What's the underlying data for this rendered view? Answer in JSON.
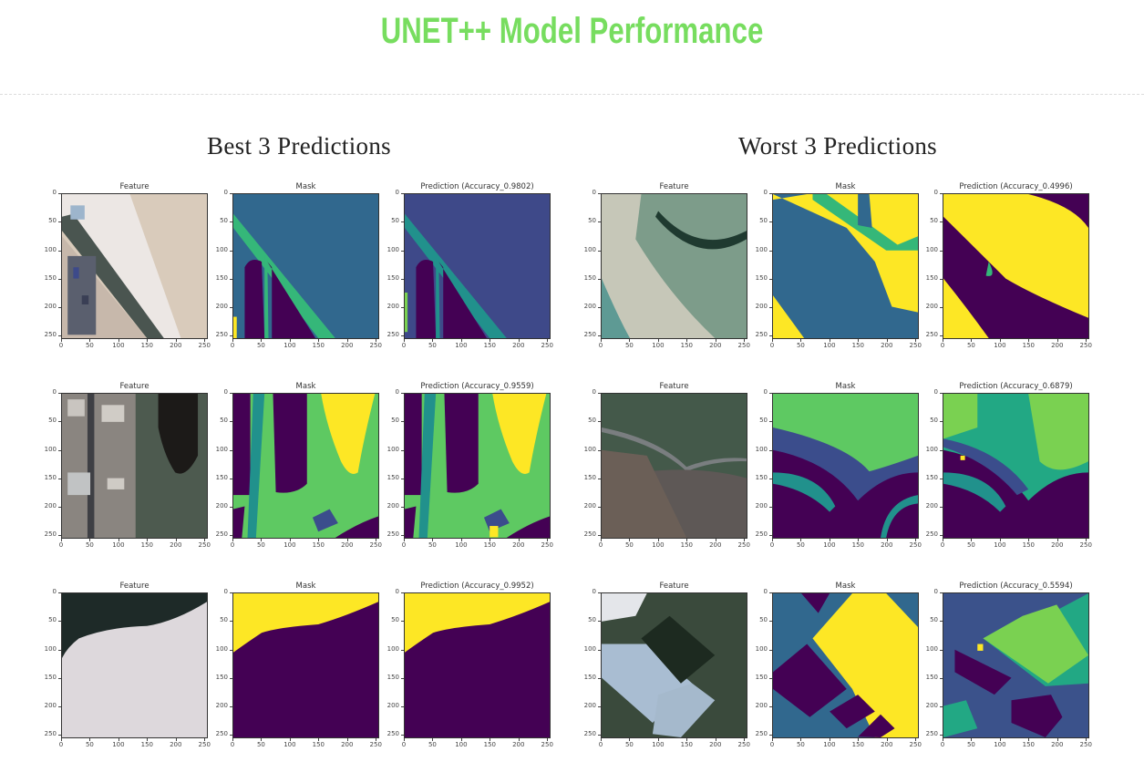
{
  "header": {
    "title": "UNET++ Model Performance",
    "title_color": "#77dd5f"
  },
  "sections": [
    {
      "heading": "Best 3 Predictions",
      "rows": [
        {
          "feature_title": "Feature",
          "mask_title": "Mask",
          "prediction_title": "Prediction (Accuracy_0.9802)",
          "accuracy": "0.9802"
        },
        {
          "feature_title": "Feature",
          "mask_title": "Mask",
          "prediction_title": "Prediction (Accuracy_0.9559)",
          "accuracy": "0.9559"
        },
        {
          "feature_title": "Feature",
          "mask_title": "Mask",
          "prediction_title": "Prediction (Accuracy_0.9952)",
          "accuracy": "0.9952"
        }
      ]
    },
    {
      "heading": "Worst 3 Predictions",
      "rows": [
        {
          "feature_title": "Feature",
          "mask_title": "Mask",
          "prediction_title": "Prediction (Accuracy_0.4996)",
          "accuracy": "0.4996"
        },
        {
          "feature_title": "Feature",
          "mask_title": "Mask",
          "prediction_title": "Prediction (Accuracy_0.6879)",
          "accuracy": "0.6879"
        },
        {
          "feature_title": "Feature",
          "mask_title": "Mask",
          "prediction_title": "Prediction (Accuracy_0.5594)",
          "accuracy": "0.5594"
        }
      ]
    }
  ],
  "axes": {
    "y_ticks": [
      "0",
      "50",
      "100",
      "150",
      "200",
      "250"
    ],
    "x_ticks": [
      "0",
      "50",
      "100",
      "150",
      "200",
      "250"
    ]
  },
  "colormap": {
    "purple": "#440154",
    "indigo": "#3b4d8c",
    "slate": "#31688e",
    "teal": "#21918c",
    "green_teal": "#22a884",
    "sea_green": "#35b779",
    "green": "#5ec962",
    "light_green": "#7ad151",
    "yellow": "#fde725"
  }
}
